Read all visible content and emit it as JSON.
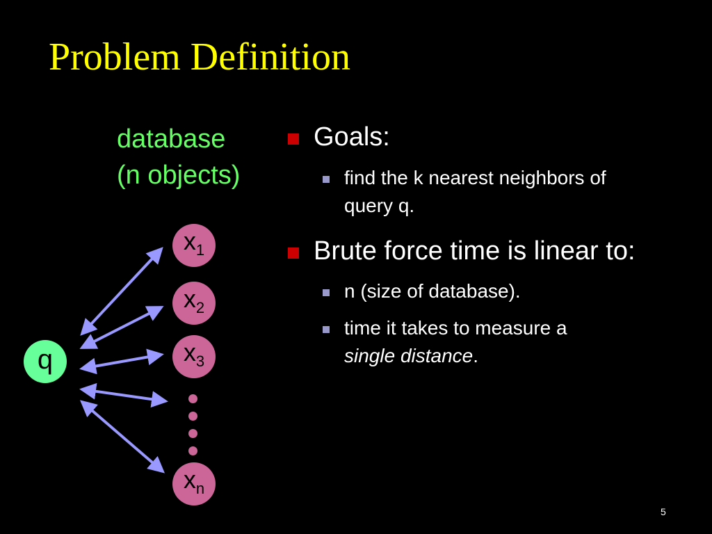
{
  "title": "Problem Definition",
  "database_label": {
    "line1": "database",
    "line2": "(n objects)"
  },
  "diagram": {
    "query_node": "q",
    "db_nodes": [
      {
        "base": "x",
        "sub": "1"
      },
      {
        "base": "x",
        "sub": "2"
      },
      {
        "base": "x",
        "sub": "3"
      },
      {
        "base": "x",
        "sub": "n"
      }
    ],
    "colors": {
      "query": "#66ff99",
      "db_node": "#cc6699",
      "arrow": "#9999ff",
      "label": "#66ff66",
      "title": "#ffff00"
    }
  },
  "bullets": [
    {
      "text": "Goals:",
      "sub": [
        {
          "lines": [
            "find the k nearest neighbors of",
            "query q."
          ]
        }
      ]
    },
    {
      "text": "Brute force time is linear to:",
      "sub": [
        {
          "lines": [
            "n (size of database)."
          ]
        },
        {
          "lines": [
            "time it takes to measure a"
          ],
          "italic": "single distance",
          "after": "."
        }
      ]
    }
  ],
  "page_number": "5"
}
